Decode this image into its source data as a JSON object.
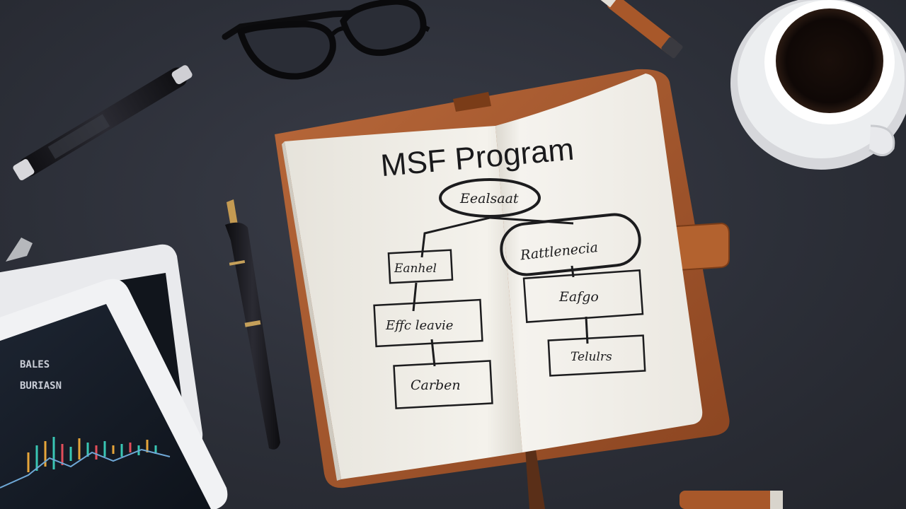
{
  "notebook": {
    "title": "MSF Program",
    "nodes": {
      "top": "Eealsaat",
      "left_1": "Eanhel",
      "left_2": "Effc leavie",
      "left_3": "Carben",
      "right_1": "Rattlenecia",
      "right_2": "Eafgo",
      "right_3": "Telulrs"
    }
  },
  "tablet": {
    "screen_text_1": "BALES",
    "screen_text_2": "BURIASN"
  },
  "colors": {
    "desk": "#2c2f38",
    "paper": "#f2f0ea",
    "leather": "#a85a2c",
    "ink": "#1c1c1e"
  },
  "objects": [
    "eyeglasses",
    "marker-pen",
    "fountain-pen",
    "coffee-cup",
    "tablet",
    "leather-notebook",
    "pencil"
  ]
}
